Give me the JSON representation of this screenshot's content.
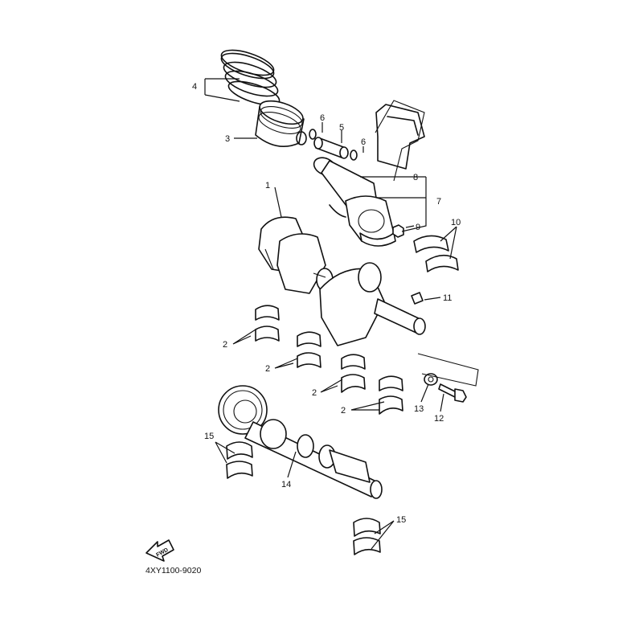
{
  "callouts": {
    "c1": "1",
    "c2a": "2",
    "c2b": "2",
    "c2c": "2",
    "c2d": "2",
    "c3": "3",
    "c4": "4",
    "c5": "5",
    "c6a": "6",
    "c6b": "6",
    "c7": "7",
    "c8": "8",
    "c9": "9",
    "c10": "10",
    "c11": "11",
    "c12": "12",
    "c13": "13",
    "c14": "14",
    "c15a": "15",
    "c15b": "15"
  },
  "fwd_label": "FWD",
  "diagram_code": "4XY1100-9020"
}
